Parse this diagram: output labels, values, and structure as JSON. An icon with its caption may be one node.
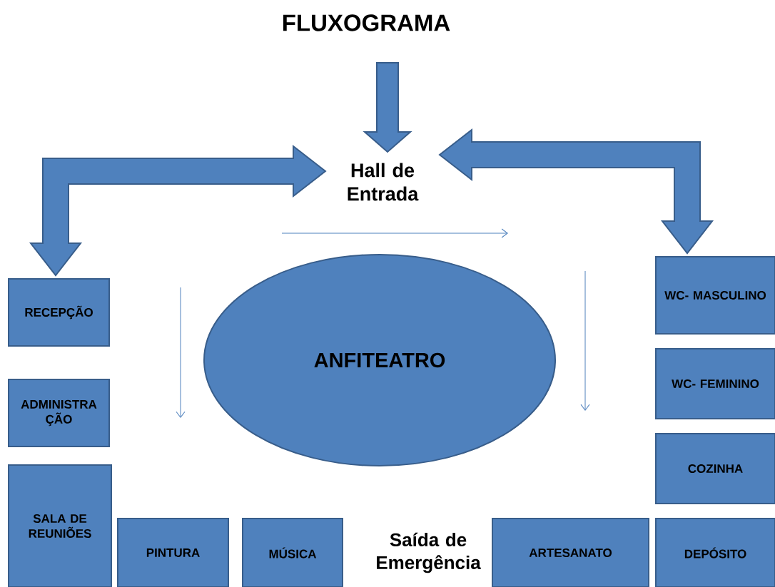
{
  "diagram": {
    "title": "FLUXOGRAMA",
    "nodes": [
      {
        "text": [
          "Hall de Entrada"
        ]
      },
      {
        "text": [
          "RECEPÇÃO"
        ]
      },
      {
        "text": [
          "WC- MASCULINO"
        ]
      },
      {
        "text": [
          "ANFITEATRO"
        ]
      },
      {
        "text": [
          "WC- FEMININO"
        ]
      },
      {
        "text": [
          "ADMINISTRA ÇÃO"
        ]
      },
      {
        "text": [
          "COZINHA"
        ]
      },
      {
        "text": [
          "SALA DE REUNIÕES"
        ]
      },
      {
        "text": [
          "PINTURA"
        ]
      },
      {
        "text": [
          "MÚSICA"
        ]
      },
      {
        "text": [
          "Saída de Emergência"
        ]
      },
      {
        "text": [
          "ARTESANATO"
        ]
      },
      {
        "text": [
          "DEPÓSITO"
        ]
      }
    ],
    "edges": [
      {
        "from": null,
        "to": 0,
        "arrow": "to"
      },
      {
        "from": 1,
        "to": 0,
        "arrow": "both"
      },
      {
        "from": 0,
        "to": 2,
        "arrow": "both"
      }
    ]
  }
}
